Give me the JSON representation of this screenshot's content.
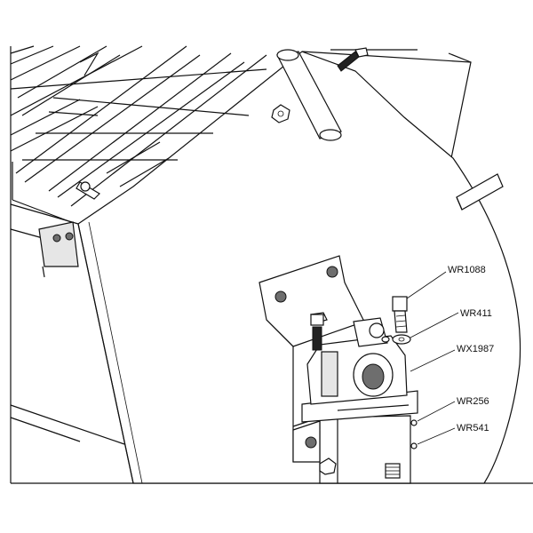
{
  "diagram": {
    "part_labels": [
      {
        "id": "wr1088",
        "text": "WR1088"
      },
      {
        "id": "wr411",
        "text": "WR411"
      },
      {
        "id": "wx1987",
        "text": "WX1987"
      },
      {
        "id": "wr256",
        "text": "WR256"
      },
      {
        "id": "wr541",
        "text": "WR541"
      }
    ]
  }
}
